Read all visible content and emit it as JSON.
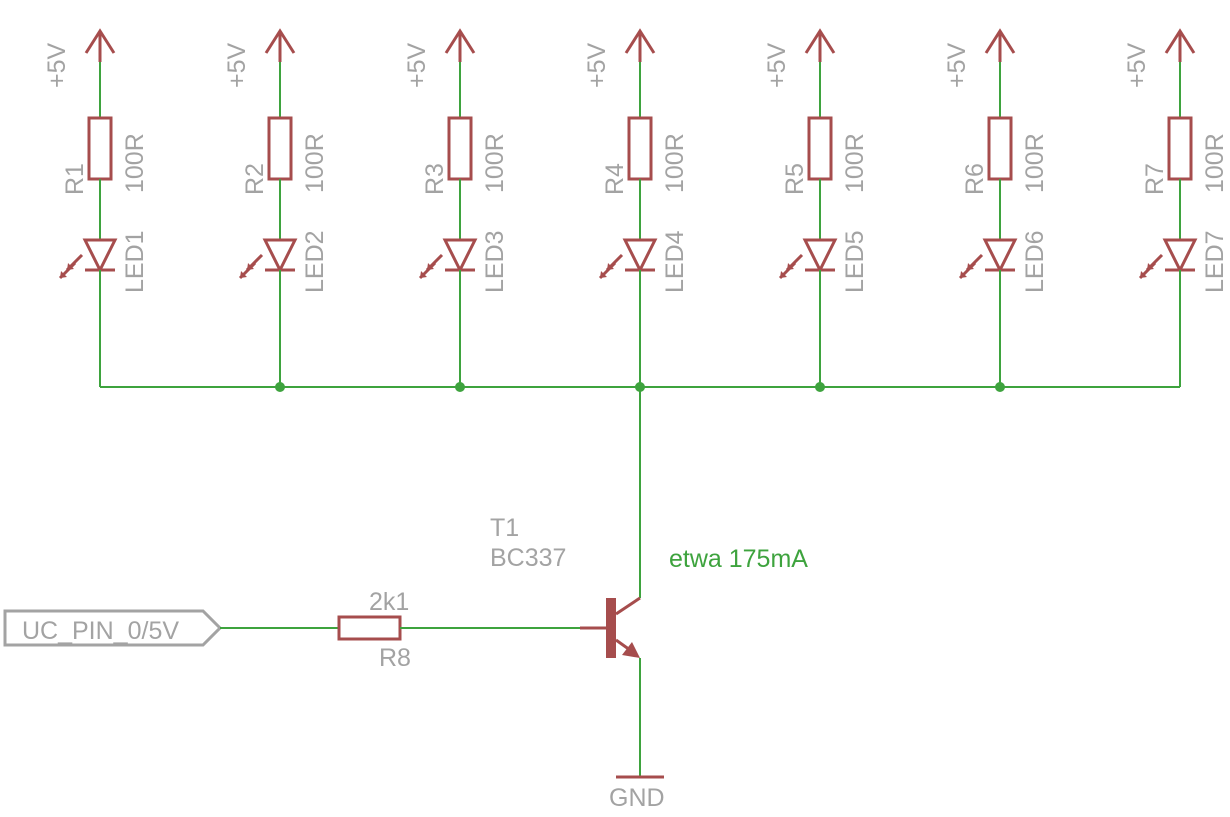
{
  "supply_label": "+5V",
  "ground_label": "GND",
  "channels": [
    {
      "ref": "R1",
      "value": "100R",
      "led": "LED1"
    },
    {
      "ref": "R2",
      "value": "100R",
      "led": "LED2"
    },
    {
      "ref": "R3",
      "value": "100R",
      "led": "LED3"
    },
    {
      "ref": "R4",
      "value": "100R",
      "led": "LED4"
    },
    {
      "ref": "R5",
      "value": "100R",
      "led": "LED5"
    },
    {
      "ref": "R6",
      "value": "100R",
      "led": "LED6"
    },
    {
      "ref": "R7",
      "value": "100R",
      "led": "LED7"
    }
  ],
  "transistor": {
    "ref": "T1",
    "part": "BC337"
  },
  "base_resistor": {
    "ref": "R8",
    "value": "2k1"
  },
  "input_port": {
    "label": "UC_PIN_0/5V"
  },
  "current_note": "etwa 175mA",
  "colors": {
    "part": "#a64d4d",
    "wire": "#3ea33e",
    "label": "#a3a3a3"
  }
}
